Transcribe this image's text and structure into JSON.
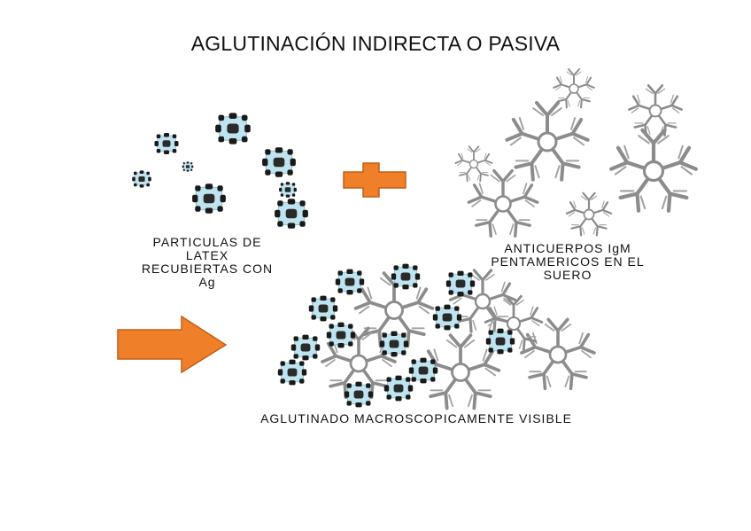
{
  "title": "AGLUTINACIÓN INDIRECTA O PASIVA",
  "labels": {
    "particles": "PARTICULAS DE\nLATEX\nRECUBIERTAS CON\nAg",
    "antibodies": "ANTICUERPOS IgM\nPENTAMERICOS EN EL\nSUERO",
    "result": "AGLUTINADO MACROSCOPICAMENTE VISIBLE"
  },
  "colors": {
    "particle": "#bfe3ef",
    "particle_edge": "#8fc4d6",
    "antigen": "#1a1a1a",
    "antibody": "#8c8c8c",
    "arrow": "#f07f2a",
    "arrow_edge": "#c25f14"
  },
  "icons": {
    "plus": "plus-icon",
    "arrow": "arrow-right-icon",
    "particle": "latex-particle-icon",
    "antibody": "igm-pentamer-icon"
  }
}
